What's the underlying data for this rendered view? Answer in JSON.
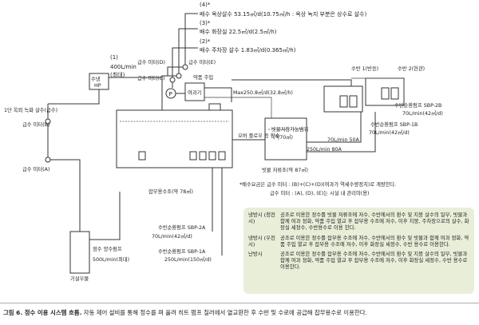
{
  "labels": {
    "usage_4": "(4)*",
    "usage_4_text": "배수 옥상살수 53.15㎥/d(10.75㎥/h : 옥상 녹지 부분은 상수로 살수)",
    "usage_3": "(3)*",
    "usage_3_text": "배수 화장실 22.5㎥/d(2.5㎥/h)",
    "usage_2": "(2)*",
    "usage_2_text": "배수 주차장 살수 1.83㎥/d(0.365㎥/h)",
    "usage_1": "(1)",
    "usage_1_text": "400L/min",
    "usage_1_sub": "(최대)",
    "hp_label": "수냉",
    "hp_sub": "HP",
    "meter_e": "급수 미터(E)",
    "meter_d": "급수 미터(D)",
    "meter_c": "급수 미터(C)",
    "meter_b": "급수 미터(B)",
    "meter_a": "급수 미터(A)",
    "rooftop_water": "1단 옥외 녹화 살수(급수)",
    "chem_feed": "약품 주입",
    "filter": "여과기",
    "max_flow": "Max250.8㎥/d(32.8㎥/h)",
    "drain_1f": "수반 1(반응)",
    "drain_2f": "수반 2(현관)",
    "pump_2b": "수반순환펌프 SBP-2B",
    "pump_2b_flow": "70L/min(42㎥/d)",
    "pump_1b": "수반순환펌프 SBP-1B",
    "pump_1b_flow": "70L/min(42㎥/d)",
    "flow_70": "70L/min 50A",
    "flow_250": "250L/min 80A",
    "overflow": "오버 플로우 등 환수",
    "rain_storage_infil": "빗물저장가능범위",
    "rain_storage_vol": "(약70㎥)",
    "rain_tank": "빗물 저류조(약 87㎥)",
    "misc_tank": "잡무용수조(약 78㎥)",
    "note_1": "*배수요금은 급수 미터 : (B)+(C)+(D)(여과가 역세수량정치)로 계량한다.",
    "note_2": "급수 미터 : (A), (D), (E)는 시설 내 관리미(용)",
    "pump_2a": "수반순환펌프 SBP-2A",
    "pump_2a_flow": "70L/min(42㎥/d)",
    "pump_1a": "수반순환펌프 SBP-1A",
    "pump_1a_flow": "250L/min(150㎥/d)",
    "well_pump": "정수 양수펌프",
    "well_pump_flow": "500L/min(최대)",
    "well": "기설우물"
  },
  "legend": [
    {
      "key": "냉방시 (청천시)",
      "text": "공조로 이용한 정수를 빗물 저류조에 저수, 수반에서의 환수 및 지붕 살수의 일부, 빗물과 함께 여과 정화, 약품 주입 열교 후 잡무용 수조에 저수, 이후 지붕, 주차장으로의 살수, 화장실 세정수, 수반용수로 이용 한다."
    },
    {
      "key": "냉방시 (우천시)",
      "text": "공조로 이용한 정수를 잡무용 수조에 저수, 수반에서의 환수 및 빗물과 함께 여과 정화, 약품 주입 열교 후 잡무용 수조에 저수, 이후 화장실 세정수, 수반 용수로 이용한다."
    },
    {
      "key": "난방시",
      "text": "공조로 이용한 정수를 잡무용 수조에 저수, 수반에서의 환수 및 지붕 살수의 일부, 빗물과 함께 여과 정화, 약품 주입 열교 후 잡무용 수조에 저수, 이후 화장실 세정수, 수반 용수로 이용한다."
    }
  ],
  "caption": {
    "title": "그림 6. 정수 이용 시스템 흐름.",
    "text": "자동 제어 설비를 통해 정수를 펴 올려 히트 펌프 칠러에서 열교환한 후 수반 및 수로에 공급해 잡무용수로 이용한다."
  }
}
